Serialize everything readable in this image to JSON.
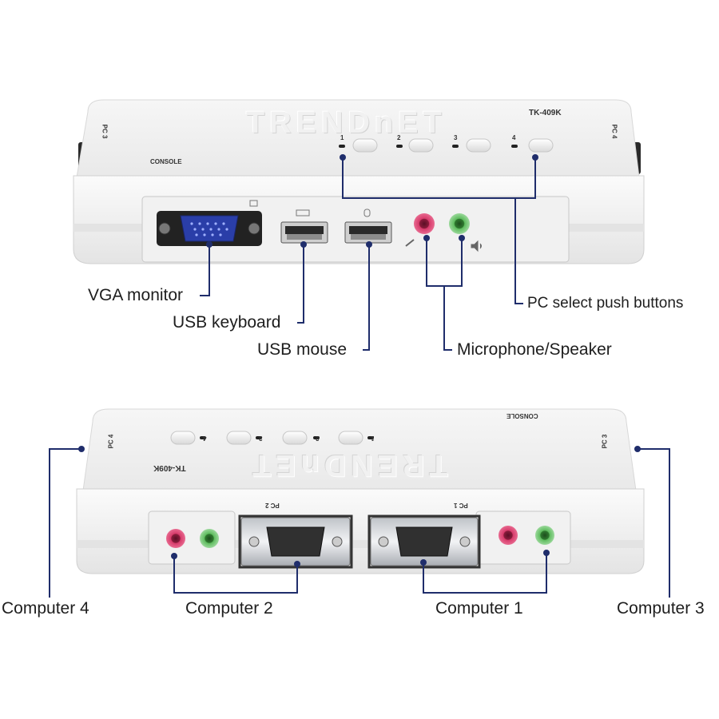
{
  "brand": "TRENDnET",
  "model": "TK-409K",
  "device_labels": {
    "console": "CONSOLE",
    "pc1": "PC 1",
    "pc2": "PC 2",
    "pc3": "PC 3",
    "pc4": "PC 4",
    "button_numbers": [
      "1",
      "2",
      "3",
      "4"
    ]
  },
  "callouts_top": {
    "vga_monitor": "VGA monitor",
    "usb_keyboard": "USB keyboard",
    "usb_mouse": "USB mouse",
    "mic_speaker": "Microphone/Speaker",
    "pc_select": "PC select push buttons"
  },
  "callouts_bottom": {
    "computer4": "Computer 4",
    "computer2": "Computer 2",
    "computer1": "Computer 1",
    "computer3": "Computer 3"
  },
  "colors": {
    "leader": "#1f2d6b",
    "body": "#eeeeee",
    "mic": "#d63a6a",
    "speaker": "#5dbb5d",
    "vga": "#2a3ea8"
  }
}
